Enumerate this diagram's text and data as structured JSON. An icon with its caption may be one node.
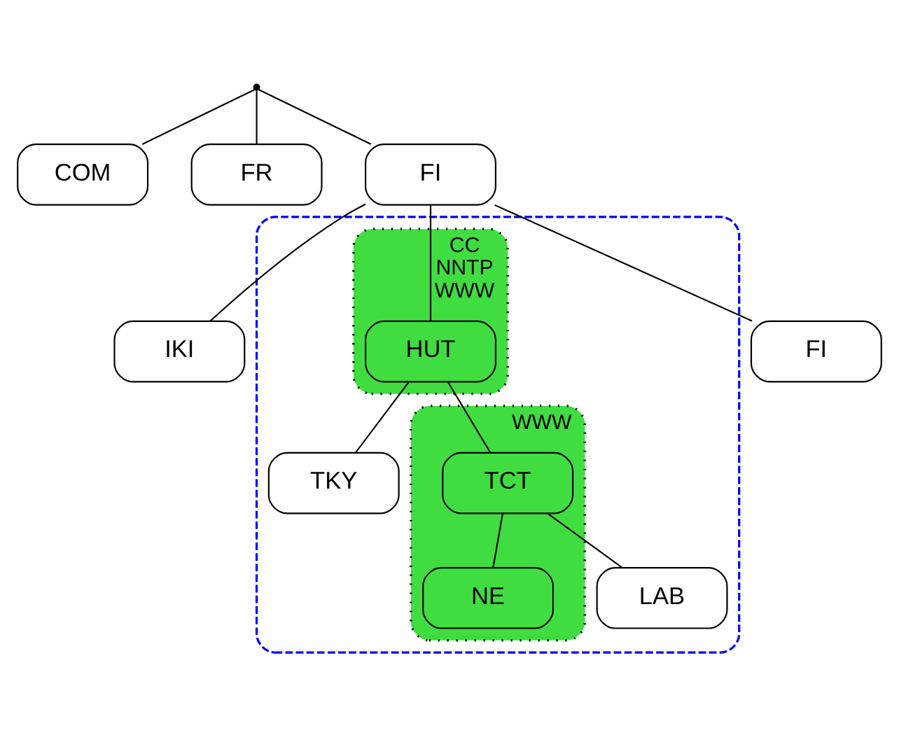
{
  "diagram": {
    "nodes": [
      {
        "text": [],
        "shape": "point"
      },
      {
        "text": [
          "COM"
        ]
      },
      {
        "text": [
          "FR"
        ]
      },
      {
        "text": [
          "FI"
        ]
      },
      {
        "text": [
          "IKI"
        ]
      },
      {
        "text": [],
        "shape": "cloud"
      },
      {
        "text": [
          "CC",
          "NNTP",
          "WWW"
        ],
        "in": 5
      },
      {
        "text": [
          "HUT"
        ],
        "in": 6
      },
      {
        "text": [
          "FI"
        ]
      },
      {
        "text": [
          "TKY"
        ],
        "in": 5
      },
      {
        "text": [
          "WWW"
        ],
        "in": 5
      },
      {
        "text": [
          "TCT"
        ],
        "in": 10
      },
      {
        "text": [
          "LAB"
        ],
        "in": 5
      },
      {
        "text": [
          "NE"
        ],
        "in": 10
      }
    ],
    "edges": [
      {
        "from": 0,
        "to": 1,
        "arrow": "none"
      },
      {
        "from": 0,
        "to": 2,
        "arrow": "none"
      },
      {
        "from": 0,
        "to": 3,
        "arrow": "none"
      },
      {
        "from": 3,
        "to": 4,
        "arrow": "none"
      },
      {
        "from": 3,
        "to": 7,
        "arrow": "none"
      },
      {
        "from": 3,
        "to": 8,
        "arrow": "none"
      },
      {
        "from": 7,
        "to": 9,
        "arrow": "none"
      },
      {
        "from": 7,
        "to": 11,
        "arrow": "none"
      },
      {
        "from": 11,
        "to": 13,
        "arrow": "none"
      },
      {
        "from": 11,
        "to": 12,
        "arrow": "none"
      }
    ]
  }
}
